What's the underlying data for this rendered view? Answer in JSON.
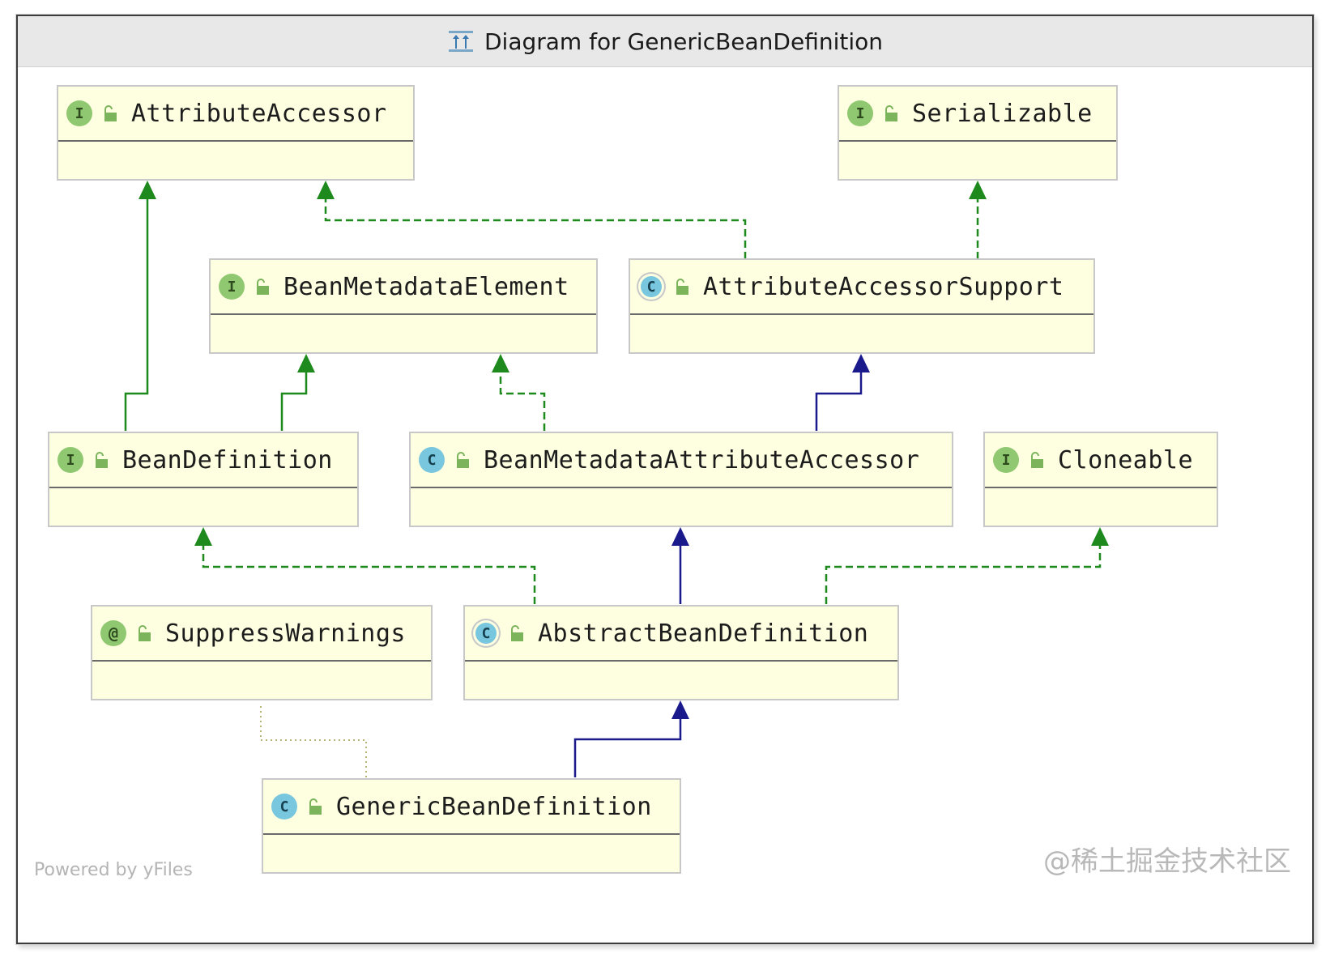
{
  "window": {
    "title": "Diagram for GenericBeanDefinition",
    "title_icon": "diagram-icon"
  },
  "nodes": {
    "attribute_accessor": {
      "name": "AttributeAccessor",
      "kind": "I"
    },
    "serializable": {
      "name": "Serializable",
      "kind": "I"
    },
    "bean_metadata_element": {
      "name": "BeanMetadataElement",
      "kind": "I"
    },
    "attribute_accessor_support": {
      "name": "AttributeAccessorSupport",
      "kind": "C"
    },
    "bean_definition": {
      "name": "BeanDefinition",
      "kind": "I"
    },
    "bean_metadata_attribute_accessor": {
      "name": "BeanMetadataAttributeAccessor",
      "kind": "C"
    },
    "cloneable": {
      "name": "Cloneable",
      "kind": "I"
    },
    "suppress_warnings": {
      "name": "SuppressWarnings",
      "kind": "@"
    },
    "abstract_bean_definition": {
      "name": "AbstractBeanDefinition",
      "kind": "C"
    },
    "generic_bean_definition": {
      "name": "GenericBeanDefinition",
      "kind": "C"
    }
  },
  "legend_colors": {
    "implements": "#1e8a1e",
    "extends": "#1a1a8c",
    "annotation": "#b5b57a"
  },
  "footer": {
    "powered_by": "Powered by yFiles",
    "watermark": "@稀土掘金技术社区"
  }
}
